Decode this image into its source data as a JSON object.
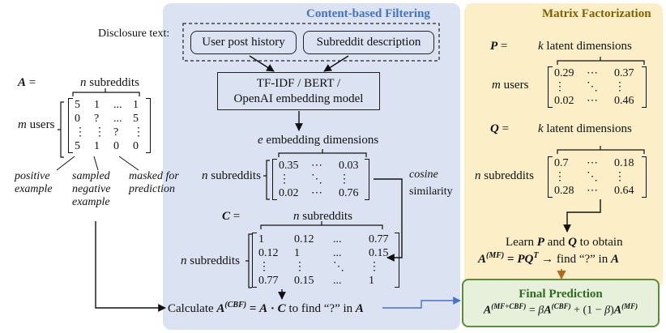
{
  "panels": {
    "cbf_title": "Content-based Filtering",
    "mf_title": "Matrix Factorization"
  },
  "left": {
    "A_label": "A =",
    "n_subreddits": "n subreddits",
    "m_users": "m users",
    "matrix_A": [
      [
        "5",
        "1",
        "...",
        "1"
      ],
      [
        "0",
        "?",
        "...",
        "5"
      ],
      [
        "⋮",
        "⋮",
        "?",
        "⋮"
      ],
      [
        "5",
        "1",
        "0",
        "0"
      ]
    ],
    "note_positive": "positive example",
    "note_positive_l1": "positive",
    "note_positive_l2": "example",
    "note_sampled_l1": "sampled",
    "note_sampled_l2": "negative",
    "note_sampled_l3": "example",
    "note_masked_l1": "masked for",
    "note_masked_l2": "prediction"
  },
  "cbf": {
    "disclosure_label": "Disclosure text:",
    "user_post_history": "User post history",
    "subreddit_description": "Subreddit description",
    "model_line1": "TF-IDF / BERT /",
    "model_line2": "OpenAI embedding model",
    "e_embedding_dims": "e embedding dimensions",
    "n_subreddits_row": "n subreddits",
    "matrix_E": [
      [
        "0.35",
        "⋯",
        "0.03"
      ],
      [
        "⋮",
        "⋱",
        "⋮"
      ],
      [
        "0.02",
        "⋯",
        "0.76"
      ]
    ],
    "cosine": "cosine",
    "similarity": "similarity",
    "C_label": "C =",
    "n_subreddits_top": "n subreddits",
    "n_subreddits_side": "n subreddits",
    "matrix_C": [
      [
        "1",
        "0.12",
        "...",
        "0.77"
      ],
      [
        "0.12",
        "1",
        "...",
        "0.15"
      ],
      [
        "⋮",
        "⋮",
        "⋱",
        "⋮"
      ],
      [
        "0.77",
        "0.15",
        "...",
        "1"
      ]
    ],
    "calculate_prefix": "Calculate",
    "calculate_mid": "to find “?” in"
  },
  "mf": {
    "P_label": "P =",
    "k_latent_1": "k latent dimensions",
    "m_users": "m users",
    "matrix_P": [
      [
        "0.29",
        "⋯",
        "0.37"
      ],
      [
        "⋮",
        "⋱",
        "⋮"
      ],
      [
        "0.02",
        "⋯",
        "0.46"
      ]
    ],
    "Q_label": "Q =",
    "k_latent_2": "k latent dimensions",
    "n_subreddits": "n subreddits",
    "matrix_Q": [
      [
        "0.7",
        "⋯",
        "0.18"
      ],
      [
        "⋮",
        "⋱",
        "⋮"
      ],
      [
        "0.28",
        "⋯",
        "0.64"
      ]
    ],
    "learn_prefix": "Learn",
    "learn_and": "and",
    "learn_suffix": "to obtain",
    "find_text": "→ find “?” in"
  },
  "final": {
    "title": "Final Prediction"
  },
  "colors": {
    "cbf_panel": "#dbe3f3",
    "mf_panel": "#fcefc8",
    "cbf_title": "#4472c4",
    "mf_title": "#7f6000",
    "final_border": "#5b8c3a",
    "final_title": "#2e6b1f",
    "blue_arrow": "#4472c4",
    "brown_arrow": "#b06a1a"
  }
}
